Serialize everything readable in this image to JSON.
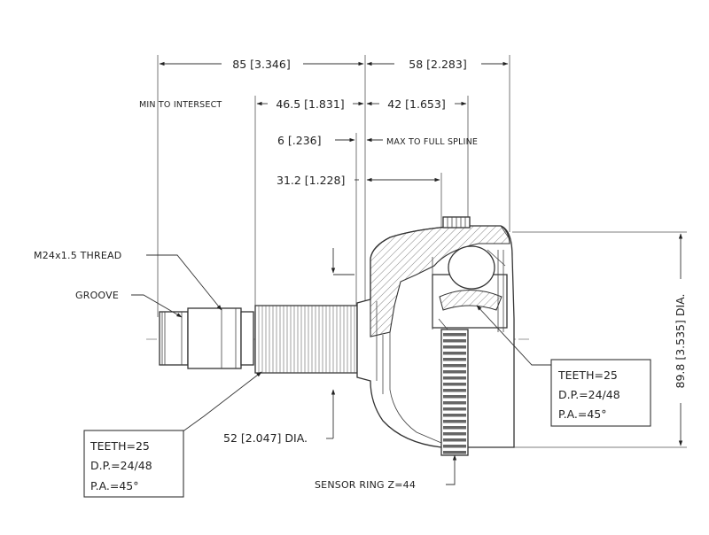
{
  "dimensions": {
    "overall_left": "85 [3.346]",
    "overall_right": "58 [2.283]",
    "min_to_intersect_label": "MIN TO INTERSECT",
    "min_to_intersect_value": "46.5 [1.831]",
    "right_42": "42 [1.653]",
    "six": "6 [.236]",
    "max_to_full_spline": "MAX TO FULL SPLINE",
    "spline_len": "31.2 [1.228]",
    "shaft_dia": "52 [2.047] DIA.",
    "outer_dia": "89.8 [3.535] DIA."
  },
  "callouts": {
    "thread": "M24x1.5 THREAD",
    "groove": "GROOVE",
    "sensor_ring": "SENSOR RING Z=44"
  },
  "spec_boxes": {
    "left": {
      "teeth": "TEETH=25",
      "dp": "D.P.=24/48",
      "pa": "P.A.=45°"
    },
    "right": {
      "teeth": "TEETH=25",
      "dp": "D.P.=24/48",
      "pa": "P.A.=45°"
    }
  }
}
